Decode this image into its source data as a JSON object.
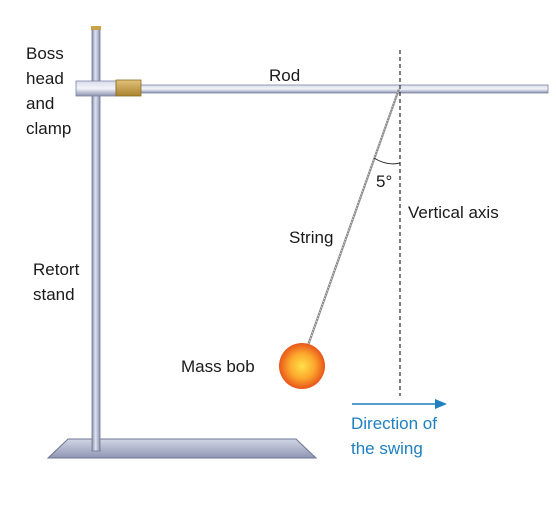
{
  "labels": {
    "boss_head_and_clamp": [
      "Boss",
      "head",
      "and",
      "clamp"
    ],
    "rod": "Rod",
    "angle": "5°",
    "vertical_axis": "Vertical axis",
    "string": "String",
    "retort_stand": [
      "Retort",
      "stand"
    ],
    "mass_bob": "Mass bob",
    "direction_of_swing": [
      "Direction of",
      "the swing"
    ]
  },
  "colors": {
    "metal": "#aab1cc",
    "metal_dark": "#7d84a3",
    "clamp": "#c8a24a",
    "bob_outer": "#f0781e",
    "bob_inner": "#ffe14a",
    "direction": "#1f7fc0"
  }
}
